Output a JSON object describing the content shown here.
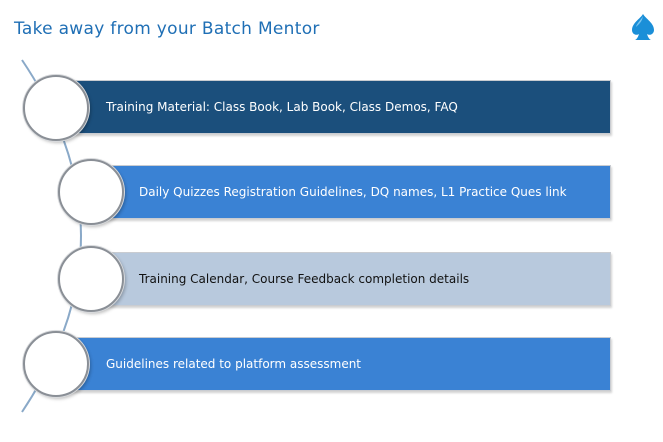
{
  "slide": {
    "title": "Take away from your Batch Mentor",
    "logo_icon": "spade-logo-icon",
    "accent_color": "#1f6fb5",
    "items": [
      {
        "label": "Training Material: Class Book, Lab Book, Class Demos, FAQ",
        "color": "#1b4f7c"
      },
      {
        "label": "Daily Quizzes Registration Guidelines, DQ names, L1 Practice Ques link",
        "color": "#3a82d4"
      },
      {
        "label": "Training Calendar, Course Feedback completion details",
        "color": "#b8c9dd"
      },
      {
        "label": "Guidelines related to platform assessment",
        "color": "#3a82d4"
      }
    ]
  }
}
